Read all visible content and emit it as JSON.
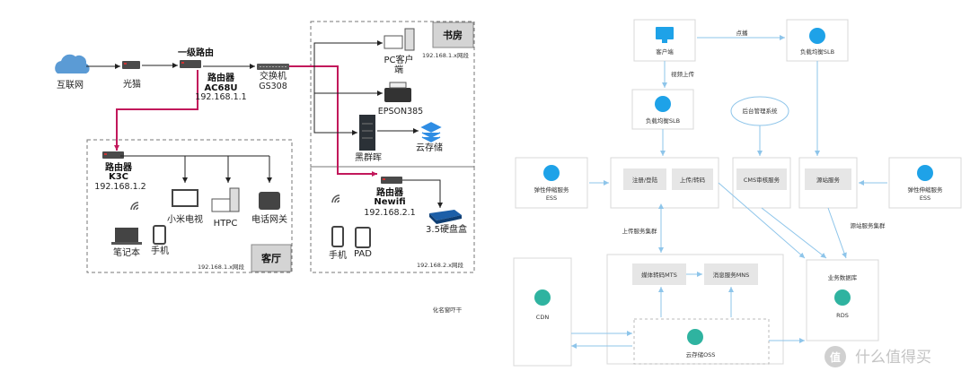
{
  "left": {
    "internet": "互联网",
    "modem": "光猫",
    "primary_router_title": "一级路由",
    "primary_router_label": "路由器",
    "primary_router_model": "AC68U",
    "primary_router_ip": "192.168.1.1",
    "switch_label": "交换机",
    "switch_model": "GS308",
    "study_title": "书房",
    "study_subnet": "192.168.1.x网段",
    "pc_client_line1": "PC客户",
    "pc_client_line2": "端",
    "printer": "EPSON385",
    "nas": "黑群晖",
    "cloud_storage": "云存储",
    "k3c_label": "路由器",
    "k3c_model": "K3C",
    "k3c_ip": "192.168.1.2",
    "mi_tv": "小米电视",
    "htpc": "HTPC",
    "phone_gateway": "电话网关",
    "laptop": "笔记本",
    "living_phone": "手机",
    "living_title": "客厅",
    "living_subnet": "192.168.1.x网段",
    "newifi_label": "路由器",
    "newifi_model": "Newifi",
    "newifi_ip": "192.168.2.1",
    "hdd_box": "3.5硬盘盒",
    "bedroom_phone": "手机",
    "bedroom_pad": "PAD",
    "bedroom_subnet": "192.168.2.x网段",
    "footnote": "化名窗吓干"
  },
  "right": {
    "client": "客户端",
    "client_to_slb2": "点播",
    "client_down": "视频上传",
    "slb1": "负载均衡SLB",
    "slb2": "负载均衡SLB",
    "backend_mgmt": "后台管理系统",
    "ess_left_line1": "弹性伸缩服务",
    "ess_left_line2": "ESS",
    "register_login": "注册/登陆",
    "upload_transcode": "上传/转码",
    "cms_service": "CMS审核服务",
    "origin_service": "源站服务",
    "ess_right_line1": "弹性伸缩服务",
    "ess_right_line2": "ESS",
    "origin_cluster": "源站服务集群",
    "upload_cluster": "上传服务集群",
    "mts": "媒体转码MTS",
    "mns": "消息服务MNS",
    "business_db": "业务数据库",
    "rds": "RDS",
    "cdn": "CDN",
    "oss": "云存储OSS"
  },
  "watermark": {
    "text": "什么值得买",
    "icon": "zhi-badge-icon"
  },
  "colors": {
    "wan_link": "#c2185b",
    "lan_link": "#222222",
    "right_arrow": "#8ec5ea",
    "right_icon": "#1ea2e8",
    "panel_gray": "#e6e6e6"
  }
}
